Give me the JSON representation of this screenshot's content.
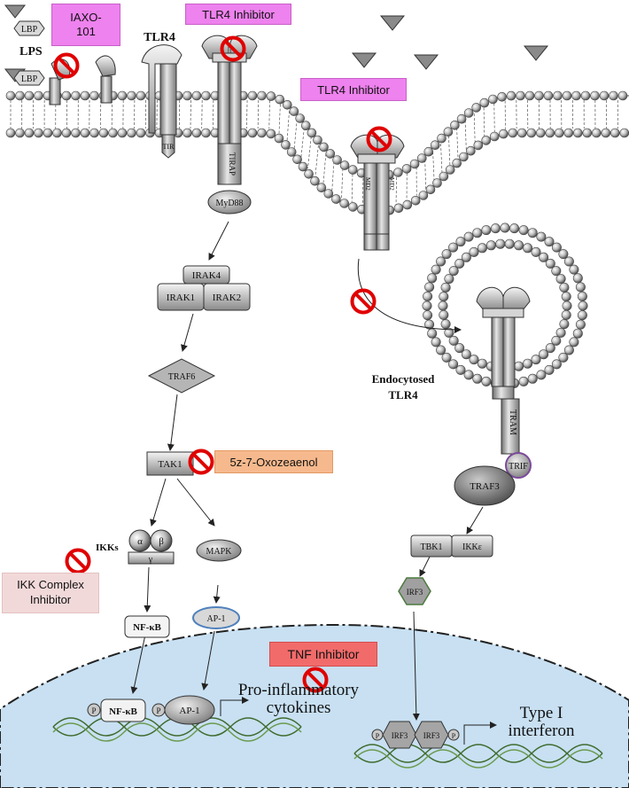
{
  "labels": {
    "lbp": "LBP",
    "lps": "LPS",
    "tlr4": "TLR4",
    "tir": "TIR",
    "tirap": "TIRAP",
    "myd88": "MyD88",
    "irak4": "IRAK4",
    "irak1": "IRAK1",
    "irak2": "IRAK2",
    "traf6": "TRAF6",
    "tak1": "TAK1",
    "ikks": "IKKs",
    "alpha": "α",
    "beta": "β",
    "gamma": "γ",
    "mapk": "MAPK",
    "nfkb": "NF-κB",
    "ap1": "AP-1",
    "p": "P",
    "endocytosed": "Endocytosed",
    "endocytosed_tlr4": "TLR4",
    "tram": "TRAM",
    "trif": "TRIF",
    "traf3": "TRAF3",
    "tbk1": "TBK1",
    "ikke": "IKKε",
    "irf3": "IRF3",
    "md2": "MD2"
  },
  "inhibitors": {
    "iaxo": "IAXO-\n101",
    "tlr4_inhibitor_top": "TLR4 Inhibitor",
    "tlr4_inhibitor_mid": "TLR4 Inhibitor",
    "oxozeaenol": "5z-7-Oxozeaenol",
    "ikk_complex": "IKK Complex\nInhibitor",
    "tnf": "TNF Inhibitor"
  },
  "outputs": {
    "proinflammatory": "Pro-inflammatory\ncytokines",
    "type1": "Type I\ninterferon"
  },
  "colors": {
    "inhibitor_magenta": "#ee82ee",
    "inhibitor_orange": "#f6b98d",
    "inhibitor_pink": "#f2d9d9",
    "inhibitor_red": "#f26b6b",
    "nucleus": "#c8e0f2",
    "no_symbol": "#e00000"
  }
}
